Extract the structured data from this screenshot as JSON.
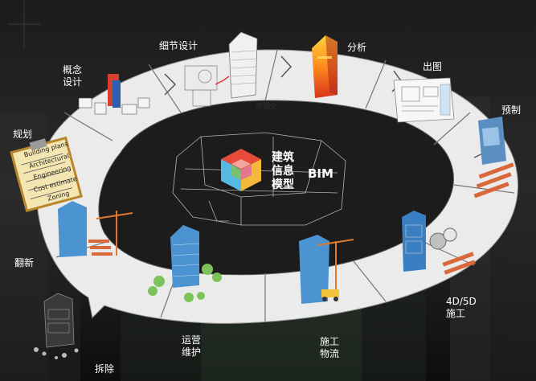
{
  "center": {
    "title_lines": [
      "建筑",
      "信息",
      "模型"
    ],
    "bim": "BIM"
  },
  "ring_caption": "可视化",
  "stages": [
    {
      "id": "planning",
      "label": "规划"
    },
    {
      "id": "concept",
      "label": "概念\n设计"
    },
    {
      "id": "detail",
      "label": "细节设计"
    },
    {
      "id": "analysis",
      "label": "分析"
    },
    {
      "id": "drawing",
      "label": "出图"
    },
    {
      "id": "prefab",
      "label": "预制"
    },
    {
      "id": "construction4d5d",
      "label": "4D/5D\n施工"
    },
    {
      "id": "logistics",
      "label": "施工\n物流"
    },
    {
      "id": "operations",
      "label": "运营\n维护"
    },
    {
      "id": "demolition",
      "label": "拆除"
    },
    {
      "id": "renovation",
      "label": "翻新"
    }
  ],
  "clipboard_text": [
    "Building plans",
    "Architectural",
    "Engineering",
    "Cost estimate",
    "Zoning"
  ],
  "colors": {
    "ring_fill": "#ebebeb",
    "ring_edge": "#9a9a9a",
    "background": "#151515",
    "tower_blue": "#5aa8d8",
    "crane_orange": "#e07a2a"
  }
}
